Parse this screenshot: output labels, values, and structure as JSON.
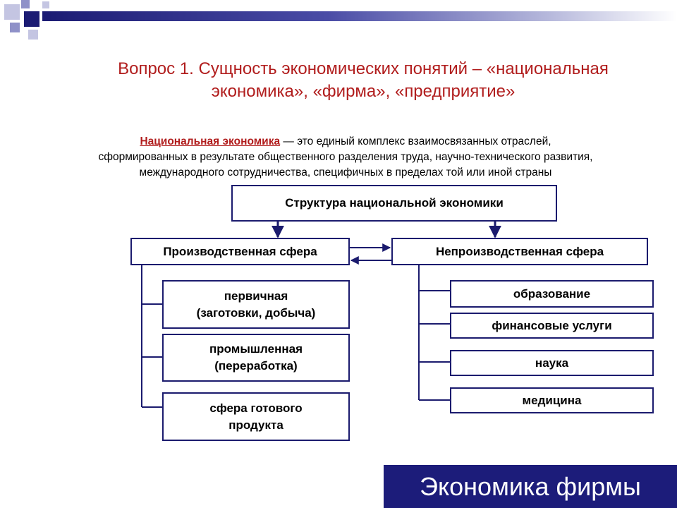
{
  "slide": {
    "title_line1": "Вопрос 1. Сущность экономических понятий  – «национальная",
    "title_line2": "экономика», «фирма», «предприятие»",
    "definition": {
      "term": "Национальная экономика",
      "line1_rest": " — это единый комплекс взаимосвязанных отраслей,",
      "line2": "сформированных в результате общественного разделения труда, научно-технического развития,",
      "line3": "международного сотрудничества, специфичных в пределах той или иной страны"
    }
  },
  "diagram": {
    "root": "Структура национальной экономики",
    "left": {
      "label": "Производственная сфера",
      "children": [
        {
          "line1": "первичная",
          "line2": "(заготовки, добыча)"
        },
        {
          "line1": "промышленная",
          "line2": "(переработка)"
        },
        {
          "line1": "сфера готового",
          "line2": "продукта"
        }
      ]
    },
    "right": {
      "label": "Непроизводственная сфера",
      "children": [
        "образование",
        "финансовые услуги",
        "наука",
        "медицина"
      ]
    }
  },
  "footer": {
    "brand": "Экономика фирмы"
  },
  "colors": {
    "accent": "#1b1b6e",
    "title": "#b11d1d",
    "footer_bg": "#1c1c7a"
  }
}
